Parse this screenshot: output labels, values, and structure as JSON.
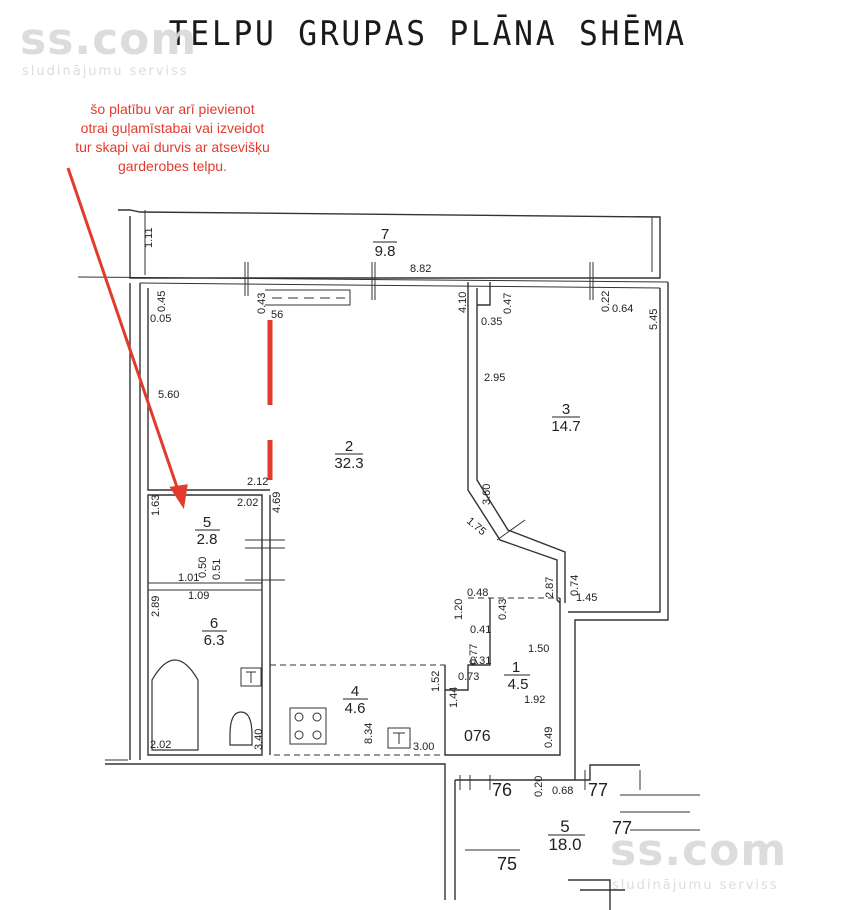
{
  "title": "TELPU GRUPAS PLĀNA SHĒMA",
  "note": {
    "lines": [
      "šo platību var arī pievienot",
      "otrai guļamīstabai vai izveidot",
      "tur skapi vai durvis ar atsevišķu",
      "garderobes telpu."
    ],
    "color": "#e23b2e"
  },
  "watermark": {
    "brand": "ss.com",
    "tagline": "sludinājumu serviss"
  },
  "rooms": [
    {
      "number": "7",
      "area": "9.8"
    },
    {
      "number": "2",
      "area": "32.3"
    },
    {
      "number": "3",
      "area": "14.7"
    },
    {
      "number": "5",
      "area": "2.8"
    },
    {
      "number": "6",
      "area": "6.3"
    },
    {
      "number": "4",
      "area": "4.6"
    },
    {
      "number": "1",
      "area": "4.5"
    },
    {
      "number": "5",
      "area": "18.0"
    }
  ],
  "labels": {
    "d_1_11": "1.11",
    "d_8_82": "8.82",
    "d_0_45": "0.45",
    "d_0_05": "0.05",
    "d_0_43a": "0.43",
    "d_56": "56",
    "d_4_10": "4.10",
    "d_0_47": "0.47",
    "d_0_35": "0.35",
    "d_0_22": "0.22",
    "d_0_64": "0.64",
    "d_5_45": "5.45",
    "d_5_60": "5.60",
    "d_2_95": "2.95",
    "d_2_12": "2.12",
    "d_2_02a": "2.02",
    "d_1_63": "1.63",
    "d_4_69": "4.69",
    "d_3_60": "3.60",
    "d_1_75": "1.75",
    "d_0_50": "0.50",
    "d_0_51": "0.51",
    "d_1_01": "1.01",
    "d_1_09": "1.09",
    "d_2_87": "2.87",
    "d_0_74": "0.74",
    "d_1_45": "1.45",
    "d_2_89": "2.89",
    "d_0_48": "0.48",
    "d_0_43b": "0.43",
    "d_1_20": "1.20",
    "d_0_41": "0.41",
    "d_1_50": "1.50",
    "d_0_77": "0.77",
    "d_0_31": "0.31",
    "d_1_52": "1.52",
    "d_0_73": "0.73",
    "d_1_44": "1.44",
    "d_1_92": "1.92",
    "d_8_34": "8.34",
    "d_3_40": "3.40",
    "d_2_02b": "2.02",
    "d_3_00": "3.00",
    "d_0_49": "0.49",
    "d_076": "076",
    "d_76": "76",
    "d_0_20": "0.20",
    "d_0_68": "0.68",
    "d_77a": "77",
    "d_77b": "77",
    "d_75": "75"
  }
}
